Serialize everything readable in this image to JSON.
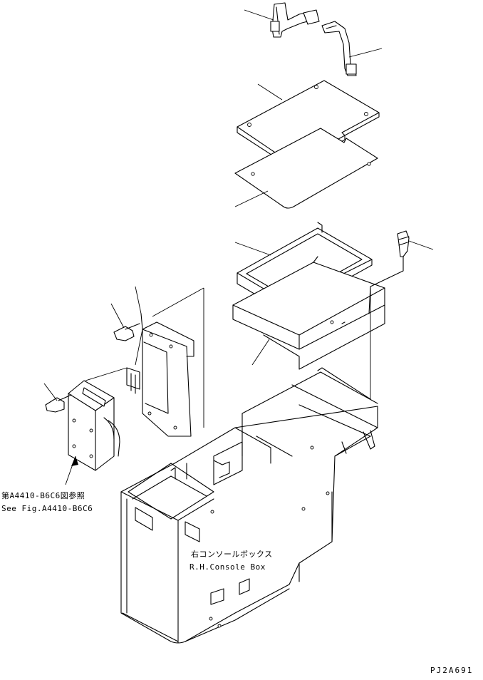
{
  "annotations": {
    "reference_jp": "第A4410-B6C6図参照",
    "reference_en": "See Fig.A4410-B6C6",
    "console_jp": "右コンソールボックス",
    "console_en": "R.H.Console Box",
    "drawing_code": "PJ2A691"
  },
  "colors": {
    "line": "#000000",
    "background": "#ffffff"
  }
}
